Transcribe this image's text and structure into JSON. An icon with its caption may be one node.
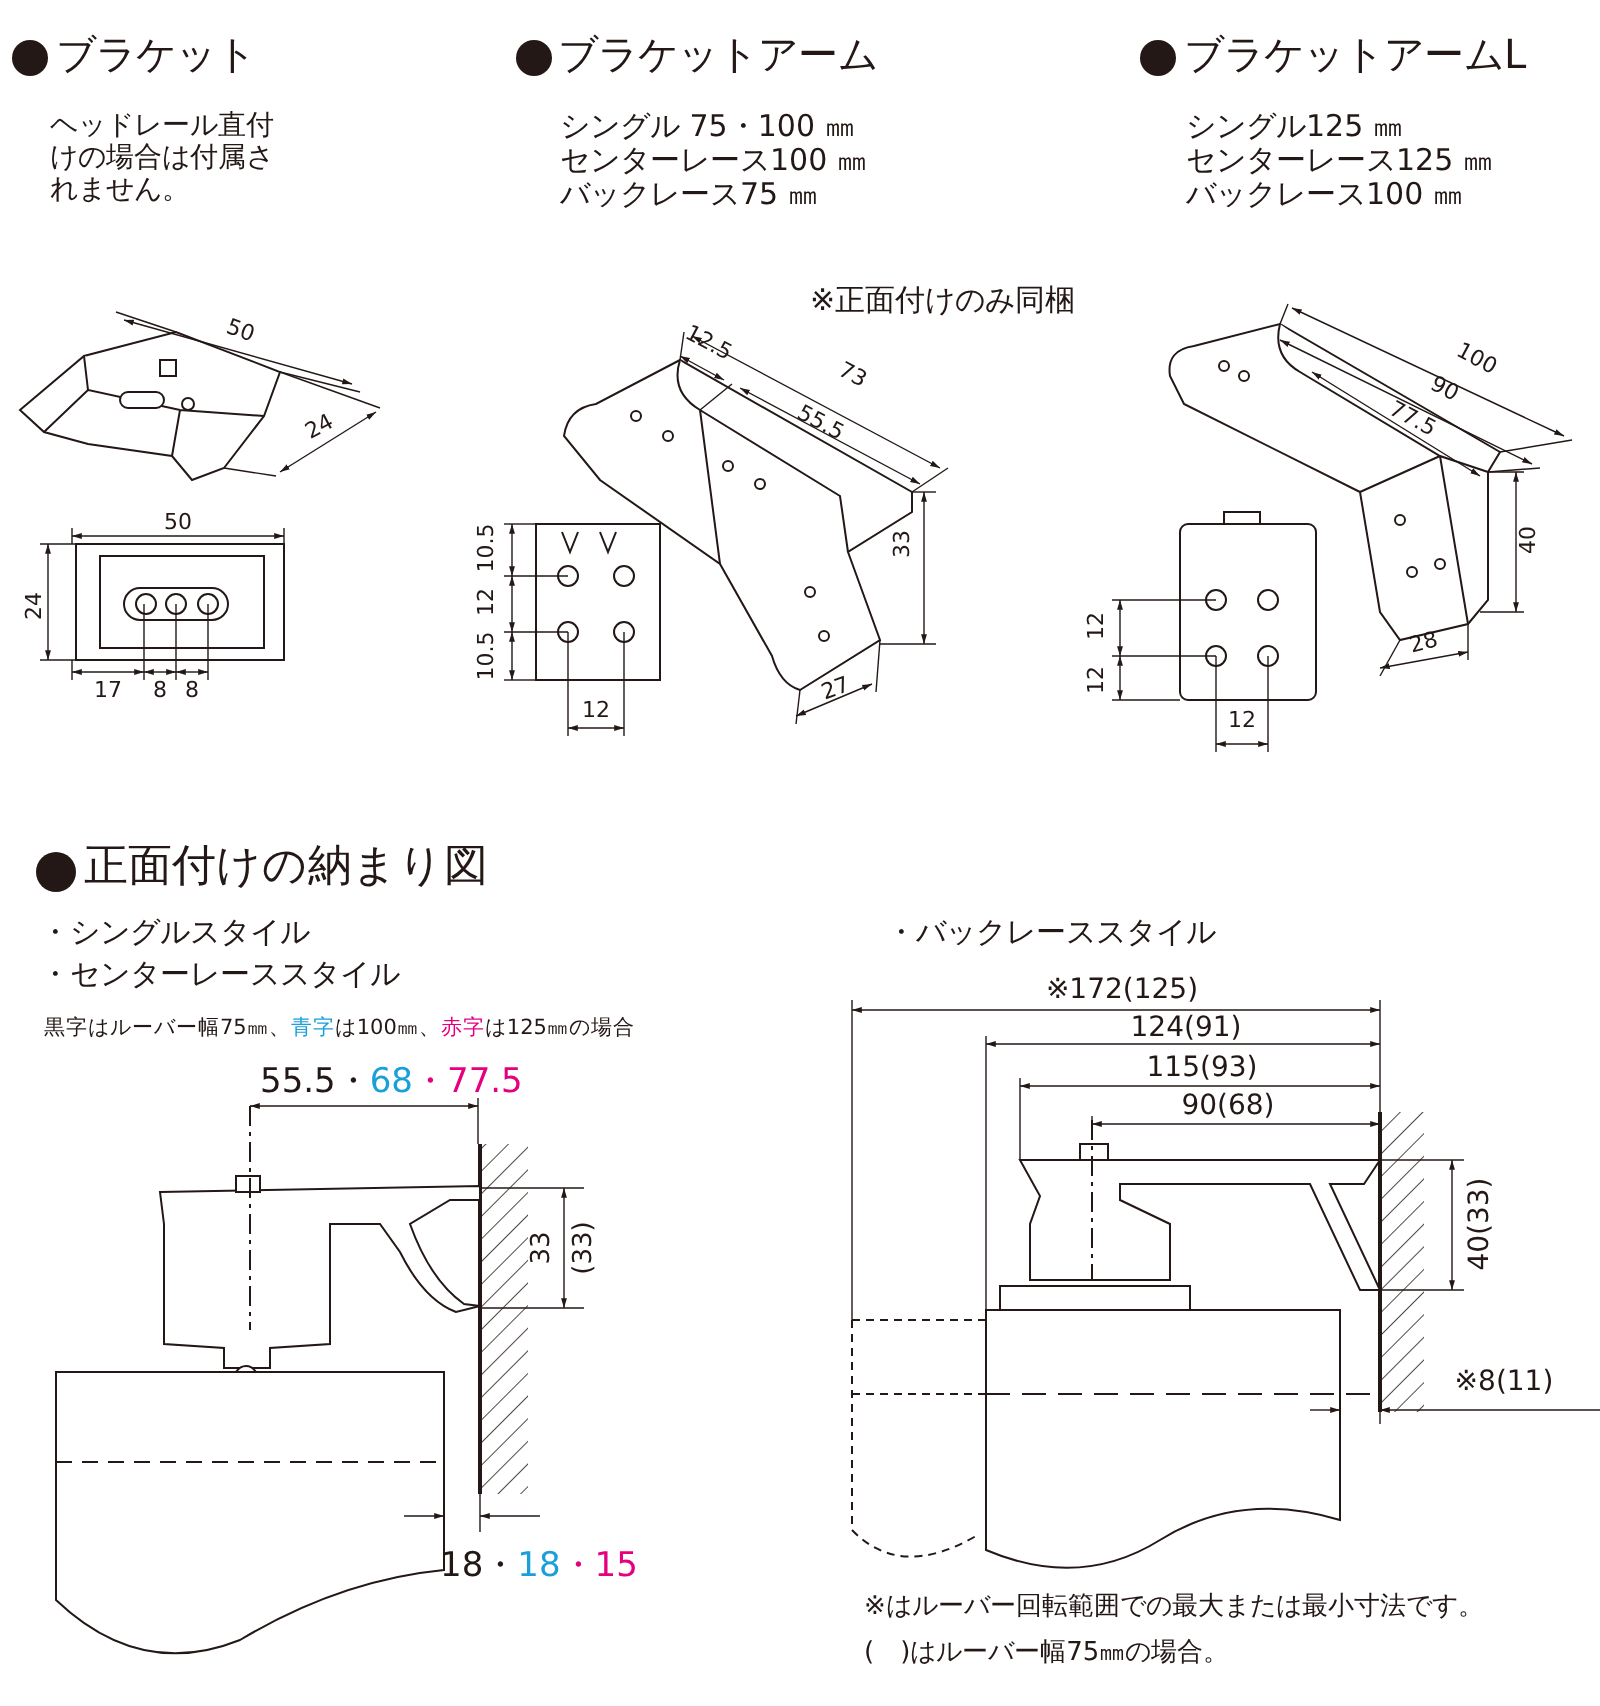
{
  "diagram": {
    "labels": [
      "ブラケット",
      "ヘッドレール直付けの場合は付属されません。",
      "ブラケットアーム",
      "シングル 75・100 ㎜",
      "センターレース100 ㎜",
      "バックレース75 ㎜",
      "ブラケットアームL",
      "シングル125 ㎜",
      "センターレース125 ㎜",
      "バックレース100 ㎜",
      "※正面付けのみ同梱",
      "50",
      "24",
      "50",
      "24",
      "17",
      "8",
      "8",
      "12.5",
      "73",
      "55.5",
      "33",
      "27",
      "10.5",
      "12",
      "10.5",
      "12",
      "100",
      "90",
      "77.5",
      "40",
      "28",
      "12",
      "12",
      "12",
      "正面付けの納まり図",
      "・シングルスタイル",
      "・センターレーススタイル",
      "黒字はルーバー幅75㎜、",
      "青字",
      "は100㎜、",
      "赤字",
      "は125㎜の場合",
      "55.5・",
      "68",
      "・77.5",
      "33",
      "(33)",
      "18・",
      "18",
      "・15",
      "・バックレーススタイル",
      "※172(125)",
      "124(91)",
      "115(93)",
      "90(68)",
      "40(33)",
      "※8(11)",
      "※はルーバー回転範囲での最大または最小寸法です。",
      "(　)はルーバー幅75㎜の場合。"
    ]
  }
}
